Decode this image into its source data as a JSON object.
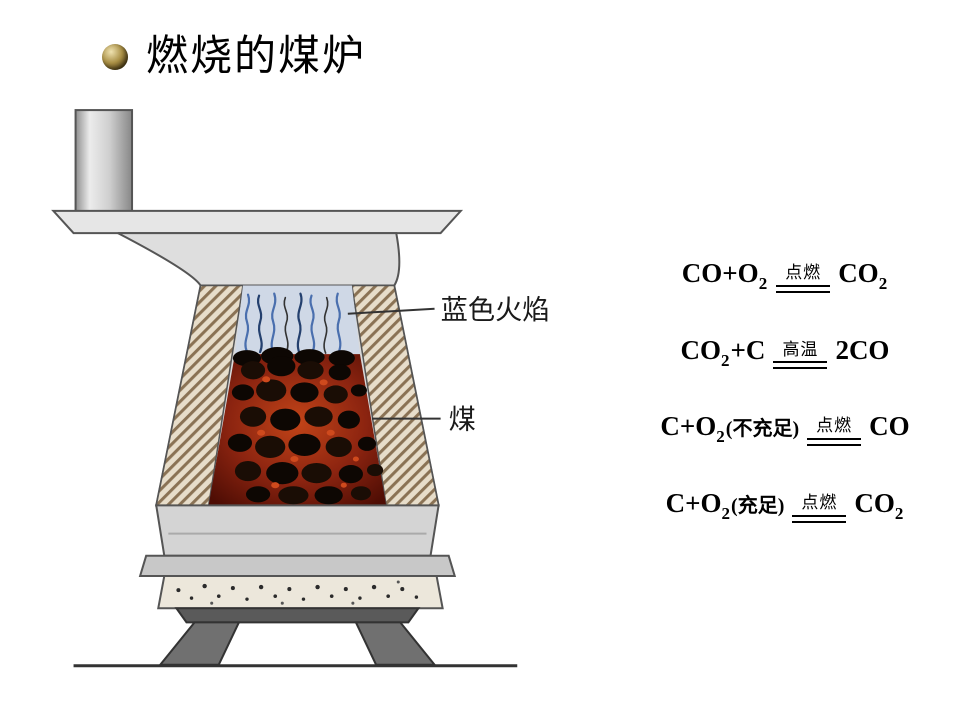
{
  "title": {
    "text": "燃烧的煤炉"
  },
  "stove": {
    "labels": {
      "flame": "蓝色火焰",
      "coal": "煤"
    }
  },
  "colors": {
    "flame_blue": "#4a6fae",
    "ember_red": "#8c2410",
    "hatch_tan": "#e7ddca"
  },
  "equations": [
    {
      "segments": [
        {
          "t": "CO+O"
        },
        {
          "s": "2"
        },
        {
          "r": "点燃"
        },
        {
          "t": "CO"
        },
        {
          "s": "2"
        }
      ]
    },
    {
      "segments": [
        {
          "t": "CO"
        },
        {
          "s": "2"
        },
        {
          "t": "+C"
        },
        {
          "r": "高温"
        },
        {
          "t": "2CO"
        }
      ]
    },
    {
      "segments": [
        {
          "t": "C+O"
        },
        {
          "s": "2"
        },
        {
          "small": "(不充足)"
        },
        {
          "r": "点燃"
        },
        {
          "t": "CO"
        }
      ]
    },
    {
      "segments": [
        {
          "t": "C+O"
        },
        {
          "s": "2"
        },
        {
          "small": "(充足)"
        },
        {
          "r": "点燃"
        },
        {
          "t": "CO"
        },
        {
          "s": "2"
        }
      ]
    }
  ]
}
